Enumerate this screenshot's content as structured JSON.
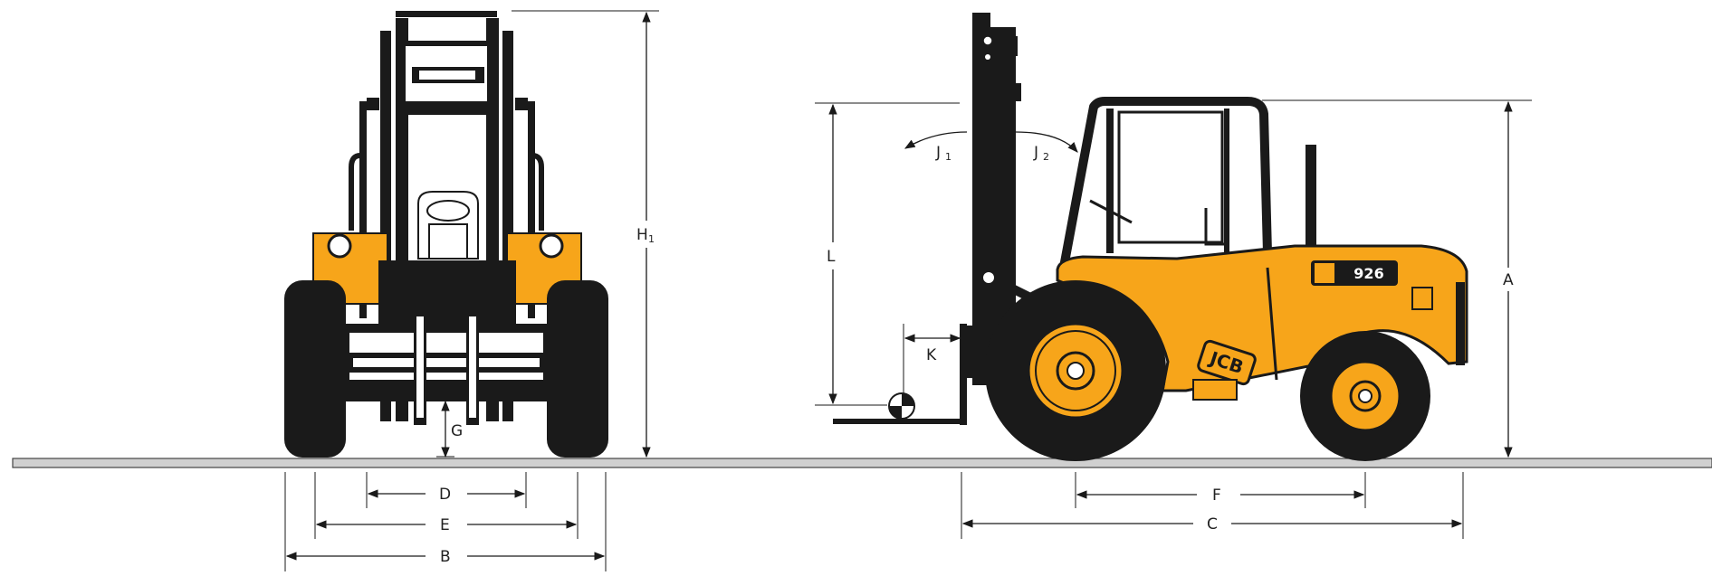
{
  "diagram": {
    "colors": {
      "body": "#f7a51a",
      "ink": "#1a1a1a",
      "ground": "#bdbdbd",
      "white": "#ffffff"
    },
    "dimensions": {
      "A": "A",
      "B": "B",
      "C": "C",
      "D": "D",
      "E": "E",
      "F": "F",
      "G": "G",
      "K": "K",
      "L": "L",
      "H": "H",
      "H_sub": "1",
      "J": "J",
      "J1_sub": "1",
      "J2_sub": "2"
    },
    "branding": {
      "logo": "JCB",
      "model": "926"
    },
    "icons": [
      "forklift-front-view",
      "forklift-side-view",
      "load-centre-icon"
    ]
  }
}
